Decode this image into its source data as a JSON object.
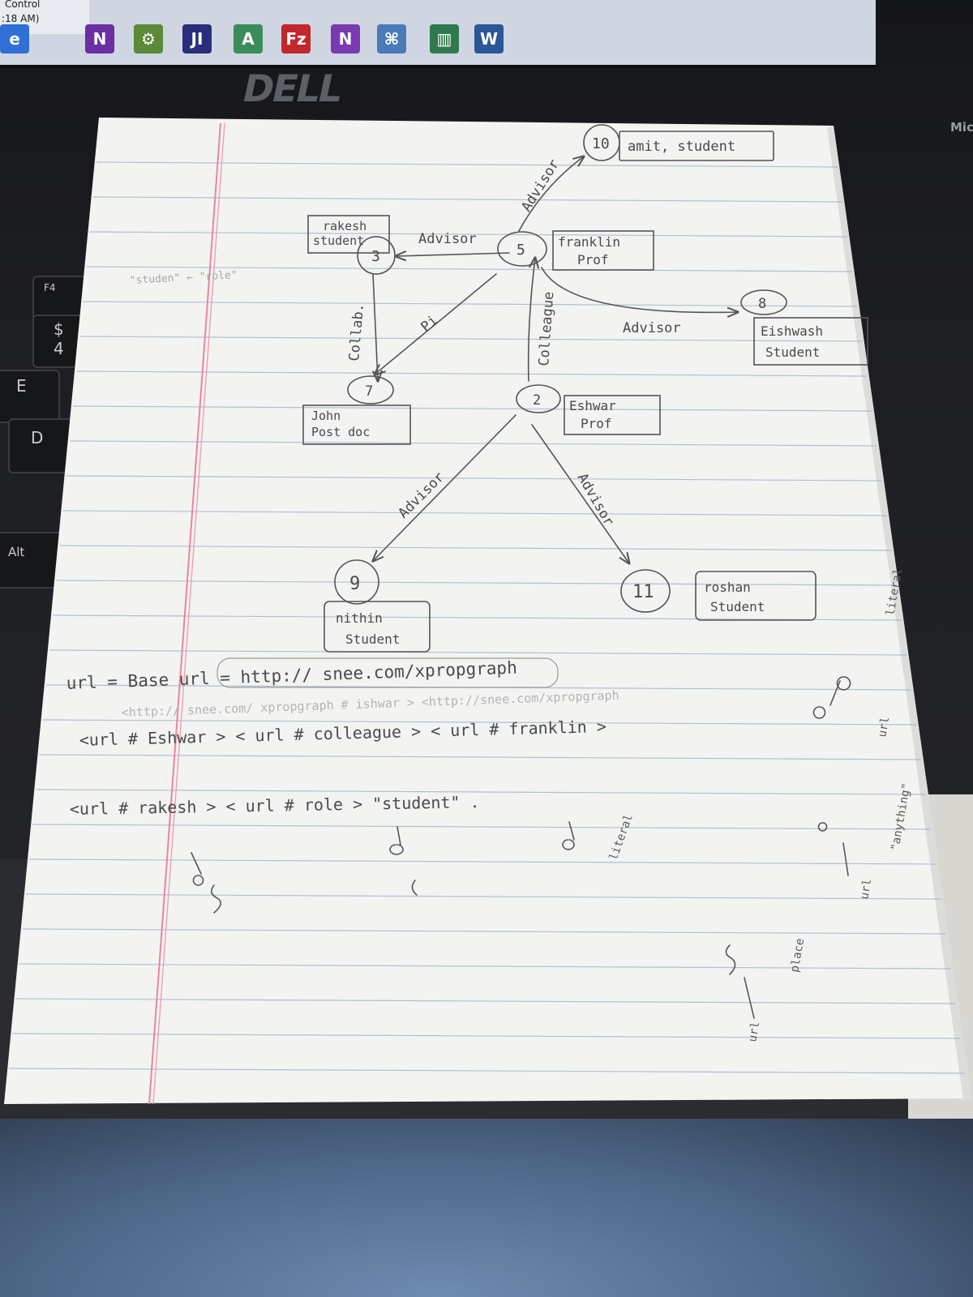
{
  "taskbar": {
    "clock_line1": "Control",
    "clock_line2": ":18 AM)",
    "icons": [
      {
        "name": "ie-icon",
        "glyph": "e",
        "color": "#2f6fd6"
      },
      {
        "name": "onenote-icon",
        "glyph": "N",
        "color": "#6b2fa3"
      },
      {
        "name": "putty-icon",
        "glyph": "⚙",
        "color": "#5a8a3a"
      },
      {
        "name": "intellij-icon",
        "glyph": "JI",
        "color": "#2a2d7a"
      },
      {
        "name": "android-studio-icon",
        "glyph": "A",
        "color": "#3b8c5a"
      },
      {
        "name": "filezilla-icon",
        "glyph": "Fz",
        "color": "#c1272d"
      },
      {
        "name": "onenote-2-icon",
        "glyph": "N",
        "color": "#7a3bb0"
      },
      {
        "name": "network-icon",
        "glyph": "⌘",
        "color": "#4a7ab8"
      },
      {
        "name": "task-manager-icon",
        "glyph": "▥",
        "color": "#2e7a4e"
      },
      {
        "name": "word-icon",
        "glyph": "W",
        "color": "#2b5797"
      }
    ]
  },
  "laptop": {
    "brand": "DELL",
    "side_text": "Mic",
    "keys": [
      {
        "name": "key-f4",
        "label": "F4"
      },
      {
        "name": "key-4",
        "label": "$\n4"
      },
      {
        "name": "key-e",
        "label": "E"
      },
      {
        "name": "key-d",
        "label": "D"
      },
      {
        "name": "key-alt",
        "label": "Alt"
      }
    ]
  },
  "diagram": {
    "nodes": [
      {
        "id": "10",
        "label": "amit, student"
      },
      {
        "id": "3",
        "label": "rakesh\nstudent"
      },
      {
        "id": "5",
        "label": "franklin\nProf"
      },
      {
        "id": "8",
        "label": "Eishwash\nStudent"
      },
      {
        "id": "7",
        "label": "John\nPost doc"
      },
      {
        "id": "2",
        "label": "Eshwar\nProf"
      },
      {
        "id": "9",
        "label": "nithin\nStudent"
      },
      {
        "id": "11",
        "label": "roshan\nStudent"
      }
    ],
    "edges": [
      {
        "from": "5",
        "to": "10",
        "label": "Advisor"
      },
      {
        "from": "5",
        "to": "3",
        "label": "Advisor"
      },
      {
        "from": "5",
        "to": "8",
        "label": "Advisor"
      },
      {
        "from": "5",
        "to": "7",
        "label": "Pi"
      },
      {
        "from": "3",
        "to": "7",
        "label": "Collab."
      },
      {
        "from": "2",
        "to": "5",
        "label": "Colleague"
      },
      {
        "from": "2",
        "to": "9",
        "label": "Advisor"
      },
      {
        "from": "2",
        "to": "11",
        "label": "Advisor"
      }
    ],
    "faint_note": "\"studen\" ← \"role\""
  },
  "notes": {
    "line1": "url = Base url = http:// snee.com/xpropgraph",
    "line1_faint": "<http:// snee.com/ xpropgraph # ishwar > <http://snee.com/xpropgraph",
    "line2": "<url # Eshwar > < url # colleague > < url # franklin >",
    "line3": "<url # rakesh > < url # role > \"student\" .",
    "sketch_labels": [
      "literal",
      "place",
      "url",
      "url",
      "\"anything\"",
      "literal",
      "url"
    ]
  }
}
